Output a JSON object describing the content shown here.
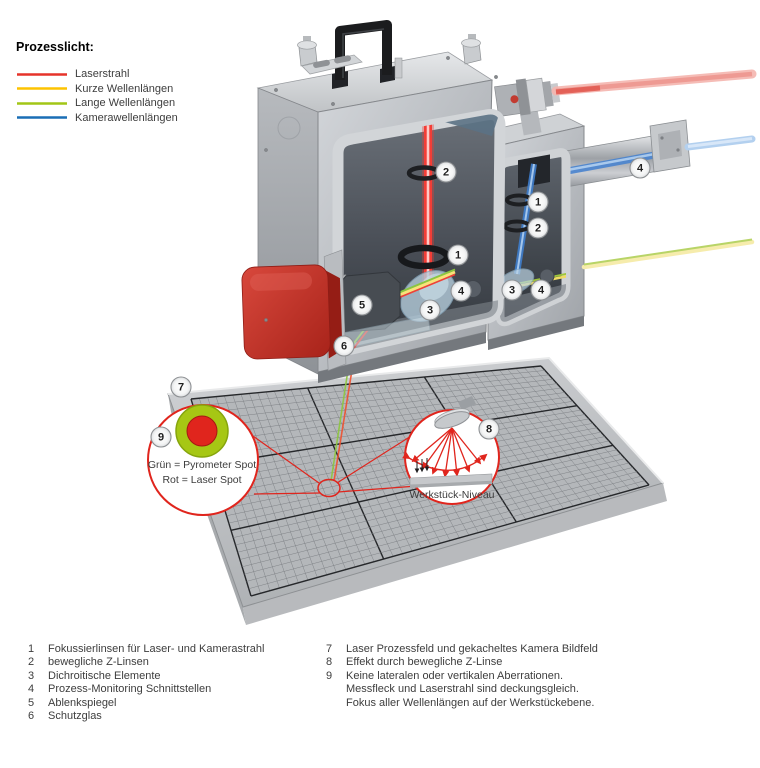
{
  "legend": {
    "title": "Prozesslicht:",
    "items": [
      {
        "label": "Laserstrahl",
        "color": "#e6332a"
      },
      {
        "label": "Kurze Wellenlängen",
        "color": "#fdc300"
      },
      {
        "label": "Lange Wellenlängen",
        "color": "#a2c617"
      },
      {
        "label": "Kamerawellenlängen",
        "color": "#1a6eb5"
      }
    ]
  },
  "colors": {
    "annotation_red": "#e0251d",
    "pyrometer_green": "#a6c714",
    "laser_spot_red": "#e0251d"
  },
  "callouts": {
    "main_z_lens": "2",
    "main_focus_lens": "1",
    "main_monitor_port": "4",
    "main_dichroic": "3",
    "deflection_mirror": "5",
    "protective_glass": "6",
    "camera_focus_lens": "1",
    "camera_z_lens": "2",
    "camera_dichroic": "3",
    "camera_monitor_port": "4",
    "camera_tube_port": "4",
    "process_field": "7",
    "z_lens_effect": "8",
    "spot_detail": "9"
  },
  "magnifier_spot": {
    "line1": "Grün = Pyrometer Spot",
    "line2": "Rot = Laser Spot"
  },
  "magnifier_effect": {
    "label": "Werkstück-Niveau"
  },
  "footnotes": {
    "left": [
      {
        "num": "1",
        "text": "Fokussierlinsen für Laser- und Kamerastrahl"
      },
      {
        "num": "2",
        "text": "bewegliche Z-Linsen"
      },
      {
        "num": "3",
        "text": "Dichroitische Elemente"
      },
      {
        "num": "4",
        "text": "Prozess-Monitoring Schnittstellen"
      },
      {
        "num": "5",
        "text": "Ablenkspiegel"
      },
      {
        "num": "6",
        "text": "Schutzglas"
      }
    ],
    "right": [
      {
        "num": "7",
        "text": "Laser Prozessfeld und gekacheltes Kamera Bildfeld"
      },
      {
        "num": "8",
        "text": "Effekt durch bewegliche Z-Linse"
      },
      {
        "num": "9",
        "text": "Keine lateralen oder vertikalen Aberrationen."
      },
      {
        "num": "",
        "text": "Messfleck und Laserstrahl sind deckungsgleich."
      },
      {
        "num": "",
        "text": "Fokus aller Wellenlängen auf der Werkstückebene."
      }
    ]
  }
}
